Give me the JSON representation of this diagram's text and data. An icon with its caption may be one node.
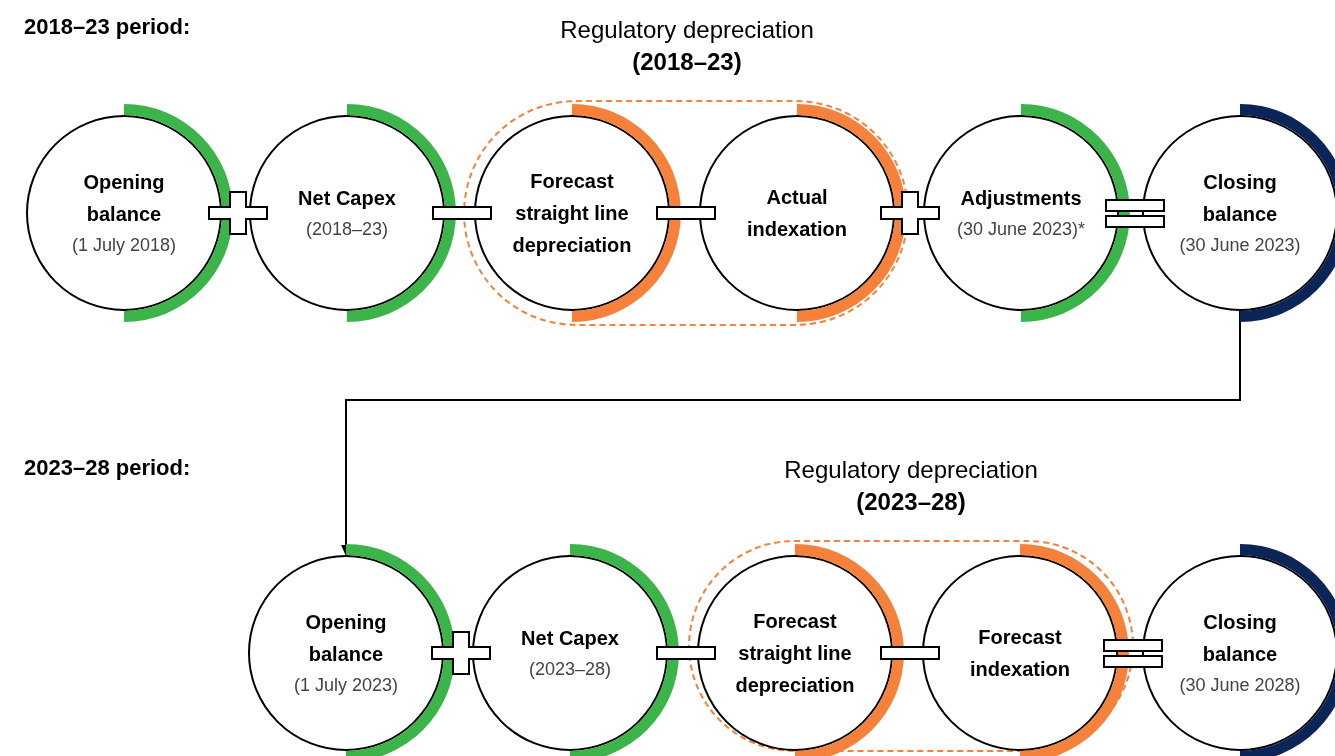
{
  "diagram": {
    "nodes": [
      {
        "text": [
          "Opening balance",
          "(1 July 2018)"
        ]
      },
      {
        "text": [
          "Net Capex",
          "(2018–23)"
        ]
      },
      {
        "text": [
          "Regulatory depreciation **(2018–23)**"
        ]
      },
      {
        "text": [
          "Forecast straight line depreciation"
        ],
        "in": 2
      },
      {
        "text": [
          "Actual indexation"
        ],
        "in": 2
      },
      {
        "text": [
          "Adjustments",
          "(30 June 2023)*"
        ]
      },
      {
        "text": [
          "Closing balance",
          "(30 June 2023)"
        ]
      },
      {
        "text": [
          "Opening balance",
          "(1 July 2023)"
        ]
      },
      {
        "text": [
          "Net Capex",
          "(2023–28)"
        ]
      },
      {
        "text": [
          "Regulatory depreciation **(2023–28)**"
        ]
      },
      {
        "text": [
          "Forecast straight line depreciation"
        ],
        "in": 9
      },
      {
        "text": [
          "Forecast indexation"
        ],
        "in": 9
      },
      {
        "text": [
          "Closing balance",
          "(30 June 2028)"
        ]
      }
    ],
    "edges": [
      {
        "from": 6,
        "to": 7,
        "arrow": "to"
      }
    ],
    "labels": [
      "2018–23 period:",
      "2023–28 period:"
    ]
  }
}
